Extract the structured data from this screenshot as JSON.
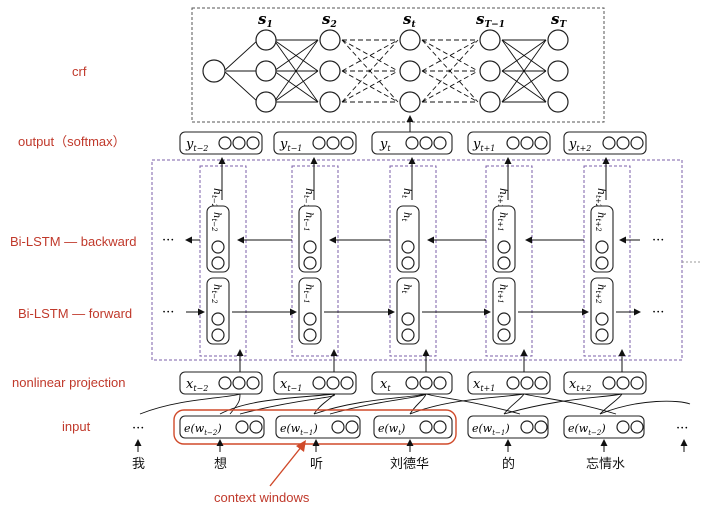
{
  "row_labels": {
    "crf": "crf",
    "output": "output（softmax）",
    "backward": "Bi-LSTM — backward",
    "forward": "Bi-LSTM — forward",
    "projection": "nonlinear projection",
    "input": "input"
  },
  "crf_states": [
    "s",
    "s",
    "s",
    "s",
    "s"
  ],
  "crf_state_subs": [
    "1",
    "2",
    "t",
    "T−1",
    "T"
  ],
  "output_labels": [
    "y",
    "y",
    "y",
    "y",
    "y"
  ],
  "output_subs": [
    "t−2",
    "t−1",
    "t",
    "t+1",
    "t+2"
  ],
  "hidden_subs": [
    "t−2",
    "t−1",
    "t",
    "t+1",
    "t+2"
  ],
  "projection_labels": [
    "x",
    "x",
    "x",
    "x",
    "x"
  ],
  "projection_subs": [
    "t−2",
    "t−1",
    "t",
    "t+1",
    "t+2"
  ],
  "input_labels": [
    "e(w",
    "e(w",
    "e(w",
    "e(w",
    "e(w"
  ],
  "input_subs": [
    "t−2",
    "t−1",
    "t",
    "t−1",
    "t−2"
  ],
  "words": [
    "我",
    "想",
    "听",
    "刘德华",
    "的",
    "忘情水"
  ],
  "ellipsis": "···",
  "context_note": "context windows",
  "colors": {
    "label_red": "#c0392b",
    "context_box": "#d04a2a",
    "frame_purple": "#7b5fa8"
  }
}
